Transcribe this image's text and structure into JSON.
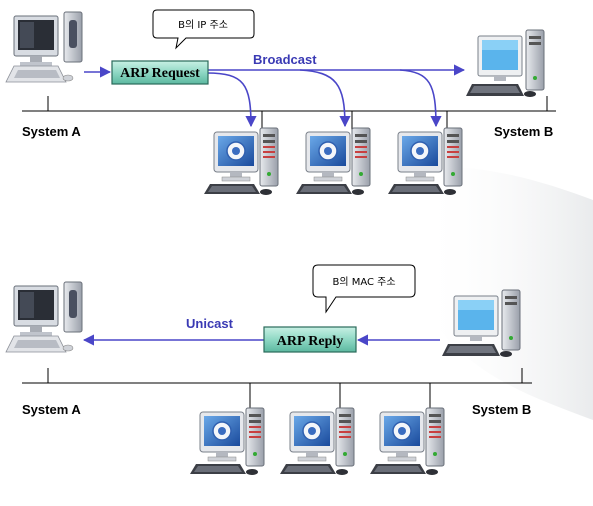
{
  "top": {
    "system_a": "System A",
    "system_b": "System B",
    "message": "ARP Request",
    "mode": "Broadcast",
    "bubble": "B의 IP 주소"
  },
  "bottom": {
    "system_a": "System A",
    "system_b": "System B",
    "message": "ARP Reply",
    "mode": "Unicast",
    "bubble": "B의 MAC 주소"
  },
  "colors": {
    "mode_text": "#3a3ab4",
    "arrow": "#4a46c8",
    "box_fill": "#8fd8c4",
    "line": "#000000"
  },
  "icons": {
    "thin_client": "thin-client-computer-icon",
    "desktop": "desktop-computer-icon",
    "workstation": "workstation-computer-icon"
  }
}
